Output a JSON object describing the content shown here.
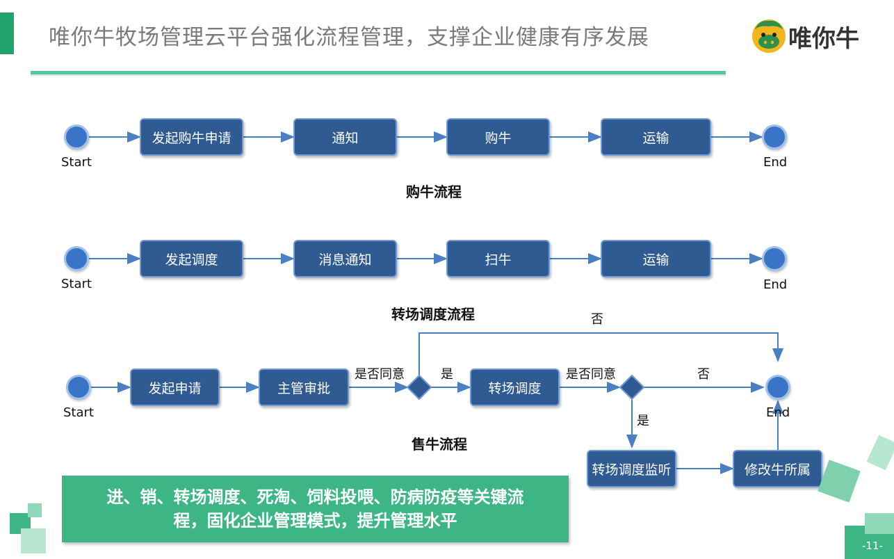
{
  "header": {
    "title": "唯你牛牧场管理云平台强化流程管理，支撑企业健康有序发展",
    "logo_text": "唯你牛"
  },
  "flows": {
    "purchase": {
      "title": "购牛流程",
      "start": "Start",
      "end": "End",
      "steps": [
        "发起购牛申请",
        "通知",
        "购牛",
        "运输"
      ]
    },
    "transfer": {
      "title": "转场调度流程",
      "start": "Start",
      "end": "End",
      "steps": [
        "发起调度",
        "消息通知",
        "扫牛",
        "运输"
      ]
    },
    "sale": {
      "title": "售牛流程",
      "start": "Start",
      "end": "End",
      "steps": [
        "发起申请",
        "主管审批",
        "转场调度",
        "转场调度监听",
        "修改牛所属"
      ],
      "decision1_label": "是否同意",
      "decision2_label": "是否同意",
      "yes": "是",
      "no": "否"
    }
  },
  "banner": {
    "line1": "进、销、转场调度、死淘、饲料投喂、防病防疫等关键流",
    "line2": "程，固化企业管理模式，提升管理水平"
  },
  "page_number": "-11-",
  "colors": {
    "accent_green": "#1fa36a",
    "node_blue": "#2f5a92",
    "banner_green": "#3db585"
  }
}
